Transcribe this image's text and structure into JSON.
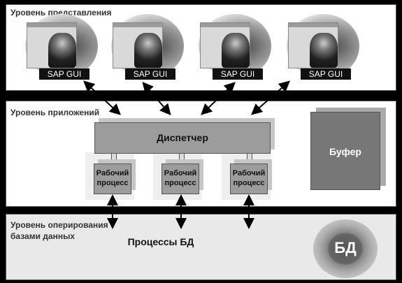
{
  "layers": {
    "presentation": "Уровень представления",
    "application": "Уровень приложений",
    "database_line1": "Уровень оперирования",
    "database_line2": "базами данных"
  },
  "sap_gui": [
    "SAP GUI",
    "SAP GUI",
    "SAP GUI",
    "SAP GUI"
  ],
  "dispatcher": "Диспетчер",
  "buffer": "Буфер",
  "workers": [
    {
      "line1": "Рабочий",
      "line2": "процесс"
    },
    {
      "line1": "Рабочий",
      "line2": "процесс"
    },
    {
      "line1": "Рабочий",
      "line2": "процесс"
    }
  ],
  "db_processes": "Процессы БД",
  "db": "БД"
}
